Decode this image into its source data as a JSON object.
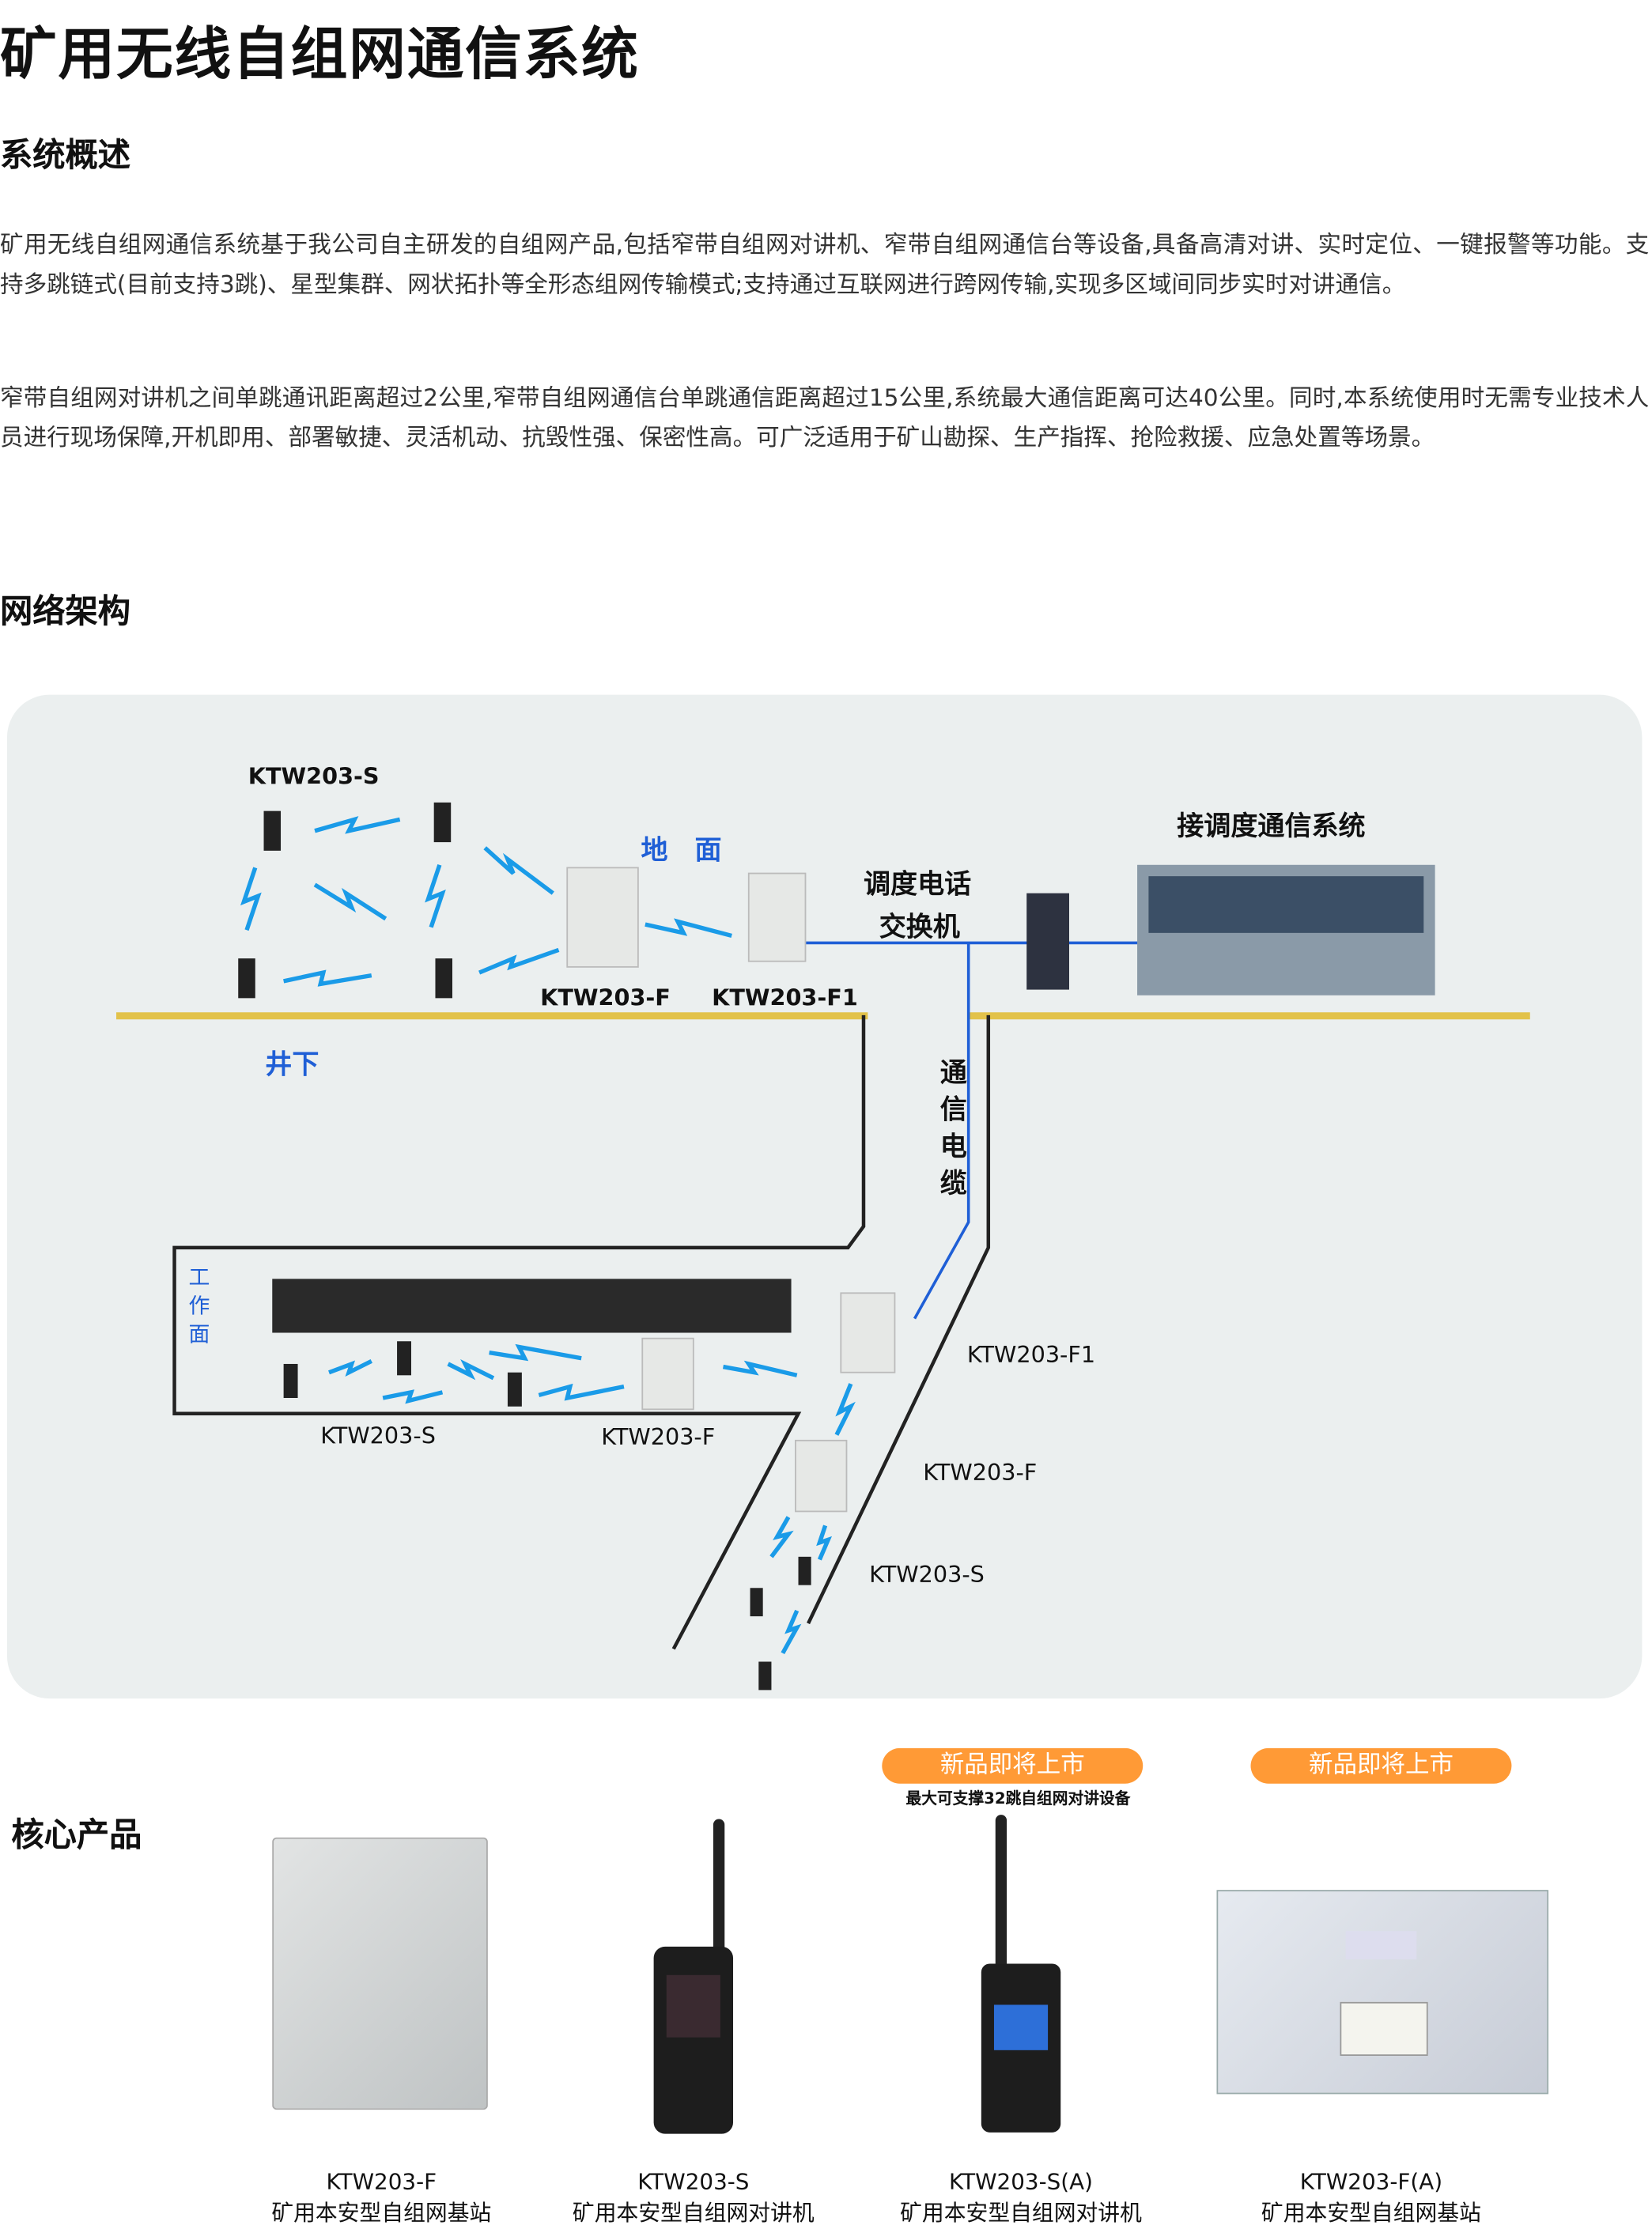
{
  "page": {
    "title": "矿用无线自组网通信系统"
  },
  "overview": {
    "heading": "系统概述",
    "paragraphs": [
      "矿用无线自组网通信系统基于我公司自主研发的自组网产品,包括窄带自组网对讲机、窄带自组网通信台等设备,具备高清对讲、实时定位、一键报警等功能。支持多跳链式(目前支持3跳)、星型集群、网状拓扑等全形态组网传输模式;支持通过互联网进行跨网传输,实现多区域间同步实时对讲通信。",
      "窄带自组网对讲机之间单跳通讯距离超过2公里,窄带自组网通信台单跳通信距离超过15公里,系统最大通信距离可达40公里。同时,本系统使用时无需专业技术人员进行现场保障,开机即用、部署敏捷、灵活机动、抗毁性强、保密性高。可广泛适用于矿山勘探、生产指挥、抢险救援、应急处置等场景。"
    ]
  },
  "architecture": {
    "heading": "网络架构",
    "labels": {
      "surface_s": "KTW203-S",
      "ground": "地　面",
      "switch_line1": "调度电话",
      "switch_line2": "交换机",
      "dispatch": "接调度通信系统",
      "surface_f": "KTW203-F",
      "surface_f1": "KTW203-F1",
      "underground": "井下",
      "cable": [
        "通",
        "信",
        "电",
        "缆"
      ],
      "workface": [
        "工",
        "作",
        "面"
      ],
      "ug_f1": "KTW203-F1",
      "wf_s": "KTW203-S",
      "wf_f": "KTW203-F",
      "tunnel_f": "KTW203-F",
      "tunnel_s": "KTW203-S"
    },
    "colors": {
      "wire": "#1f5fd6",
      "label_blue": "#1f5fd6",
      "bolt": "#1a9be8",
      "ground": "#e2c24a"
    }
  },
  "products": {
    "heading": "核心产品",
    "items": [
      {
        "model": "KTW203-F",
        "name": "矿用本安型自组网基站"
      },
      {
        "model": "KTW203-S",
        "name": "矿用本安型自组网对讲机"
      },
      {
        "model": "KTW203-S(A)",
        "name": "矿用本安型自组网对讲机",
        "badge": "新品即将上市",
        "note": "最大可支撑32跳自组网对讲设备"
      },
      {
        "model": "KTW203-F(A)",
        "name": "矿用本安型自组网基站",
        "badge": "新品即将上市"
      }
    ],
    "badge_color": "#ff9a36"
  }
}
